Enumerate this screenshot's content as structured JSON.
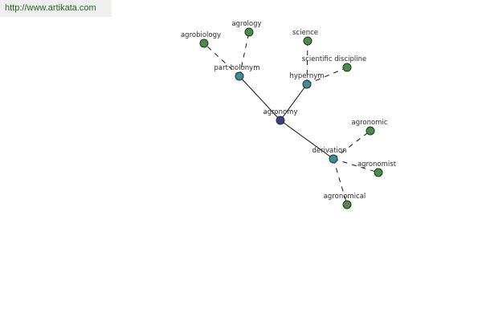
{
  "site": {
    "url": "http://www.artikata.com"
  },
  "graph": {
    "colors": {
      "root": "#3d3f86",
      "relation": "#3b8f94",
      "word": "#4a8c43"
    },
    "nodes": [
      {
        "id": "agronomy",
        "label": "agronomy",
        "kind": "root"
      },
      {
        "id": "part-holonym",
        "label": "part holonym",
        "kind": "relation"
      },
      {
        "id": "hypernym",
        "label": "hypernym",
        "kind": "relation"
      },
      {
        "id": "derivation",
        "label": "derivation",
        "kind": "relation"
      },
      {
        "id": "agrobiology",
        "label": "agrobiology",
        "kind": "word"
      },
      {
        "id": "agrology",
        "label": "agrology",
        "kind": "word"
      },
      {
        "id": "science",
        "label": "science",
        "kind": "word"
      },
      {
        "id": "scientific-discipline",
        "label": "scientific discipline",
        "kind": "word"
      },
      {
        "id": "agronomic",
        "label": "agronomic",
        "kind": "word"
      },
      {
        "id": "agronomist",
        "label": "agronomist",
        "kind": "word"
      },
      {
        "id": "agronomical",
        "label": "agronomical",
        "kind": "word"
      }
    ],
    "edges": [
      {
        "from": "agronomy",
        "to": "part-holonym",
        "style": "solid"
      },
      {
        "from": "agronomy",
        "to": "hypernym",
        "style": "solid"
      },
      {
        "from": "agronomy",
        "to": "derivation",
        "style": "solid"
      },
      {
        "from": "part-holonym",
        "to": "agrobiology",
        "style": "dashed"
      },
      {
        "from": "part-holonym",
        "to": "agrology",
        "style": "dashed"
      },
      {
        "from": "hypernym",
        "to": "science",
        "style": "dashed"
      },
      {
        "from": "hypernym",
        "to": "scientific-discipline",
        "style": "dashed"
      },
      {
        "from": "derivation",
        "to": "agronomic",
        "style": "dashed"
      },
      {
        "from": "derivation",
        "to": "agronomist",
        "style": "dashed"
      },
      {
        "from": "derivation",
        "to": "agronomical",
        "style": "dashed"
      }
    ]
  }
}
